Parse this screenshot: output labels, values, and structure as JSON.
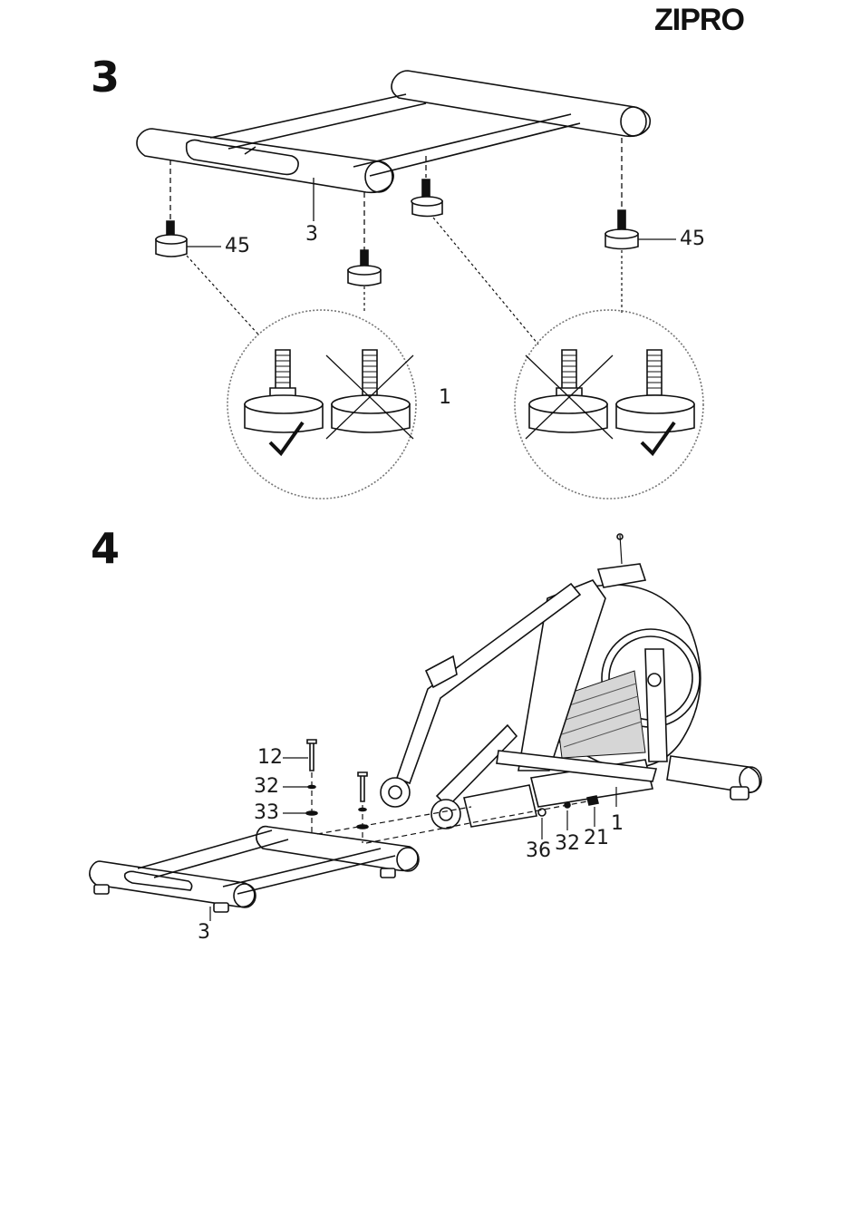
{
  "brand": "ZIPRO",
  "step3": {
    "number": "3",
    "labels": {
      "frame": "3",
      "foot_left": "45",
      "foot_right": "45",
      "detail": "1"
    }
  },
  "step4": {
    "number": "4",
    "labels": {
      "bolt": "12",
      "washer_left": "32",
      "spacer": "33",
      "frame": "3",
      "cap": "36",
      "washer_right": "32",
      "nut": "21",
      "machine": "1"
    }
  }
}
